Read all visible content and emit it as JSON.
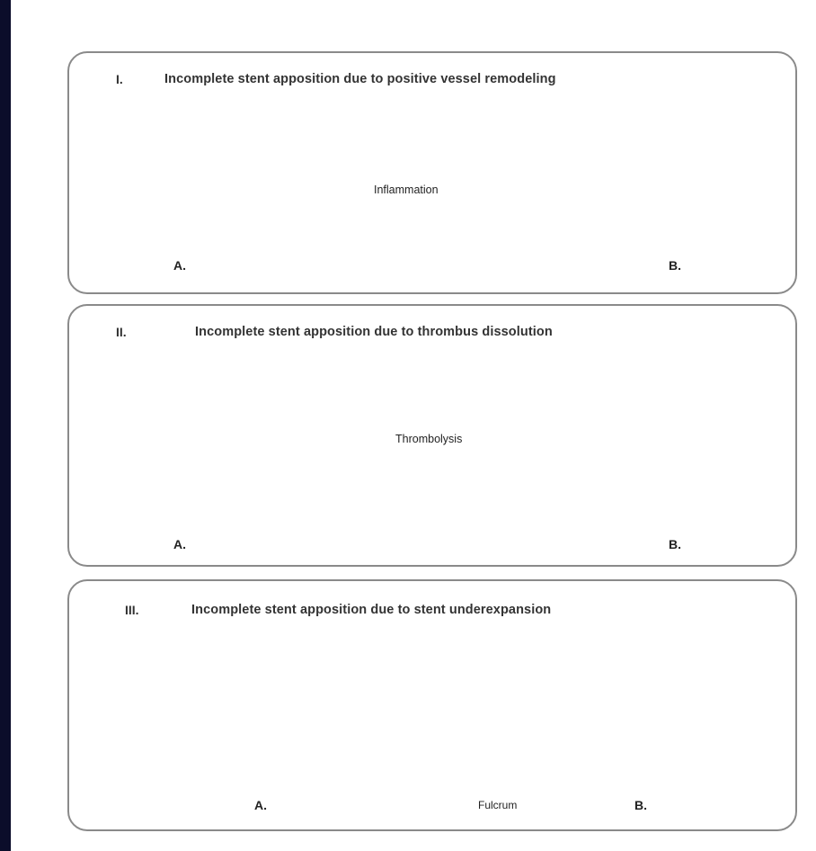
{
  "panels": [
    {
      "numeral": "I.",
      "title": "Incomplete stent apposition due to positive vessel remodeling",
      "arrow_label": "Inflammation",
      "label_a": "A.",
      "label_b": "B."
    },
    {
      "numeral": "II.",
      "title": "Incomplete stent apposition due to thrombus dissolution",
      "arrow_label": "Thrombolysis",
      "label_a": "A.",
      "label_b": "B."
    },
    {
      "numeral": "III.",
      "title": "Incomplete stent apposition due to stent underexpansion",
      "fulcrum_label": "Fulcrum",
      "label_a": "A.",
      "label_b": "B."
    }
  ],
  "colors": {
    "vessel_wall": "#ee8f87",
    "plaque": "#ecd9b6",
    "lumen": "#e84a5a",
    "thrombus": "#6e0d18",
    "lumen_pink": "#f27a7a",
    "stent_strut": "#3f4f5c",
    "fulcrum": "#5b3b9b",
    "panel_border": "#8a8a8a"
  }
}
